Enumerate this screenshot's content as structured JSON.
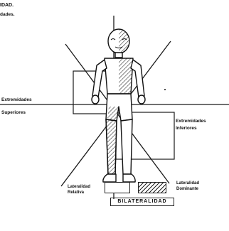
{
  "header": {
    "line1": "IDAD.",
    "line2": "dades."
  },
  "labels": {
    "upper_1": "Extremidades",
    "upper_2": "Superiores",
    "lower_1": "Extremidades",
    "lower_2": "Inferiores"
  },
  "legend": {
    "relative_1": "Lateralidad",
    "relative_2": "Relativa",
    "dominant_1": "Lateralidad",
    "dominant_2": "Dominante",
    "bilateral": "BILATERALIDAD"
  }
}
